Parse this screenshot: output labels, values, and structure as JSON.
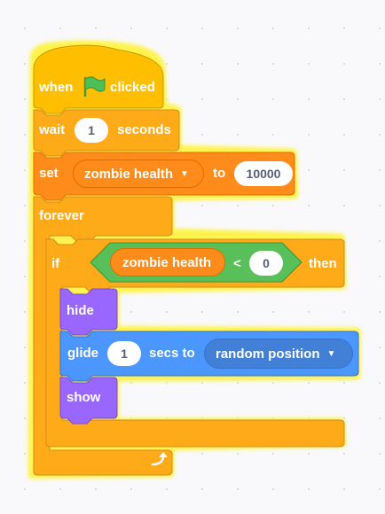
{
  "colors": {
    "events": "#ffbf00",
    "control": "#ffab19",
    "variables": "#ff8c1a",
    "operators": "#59c059",
    "looks": "#9966ff",
    "motion": "#4c97ff",
    "glow": "#fff34d",
    "flag": "#4cbf56"
  },
  "script": {
    "hat": {
      "when": "when",
      "flag_icon": "green-flag-icon",
      "clicked": "clicked"
    },
    "wait": {
      "label": "wait",
      "value": "1",
      "unit": "seconds"
    },
    "set": {
      "label": "set",
      "variable": "zombie health",
      "to": "to",
      "value": "10000"
    },
    "forever": {
      "label": "forever",
      "loop_icon": "loop-arrow-icon"
    },
    "if": {
      "label": "if",
      "condition": {
        "left": "zombie health",
        "operator": "<",
        "right": "0"
      },
      "then": "then"
    },
    "hide": {
      "label": "hide"
    },
    "glide": {
      "label": "glide",
      "value": "1",
      "unit": "secs to",
      "target": "random position"
    },
    "show": {
      "label": "show"
    }
  }
}
